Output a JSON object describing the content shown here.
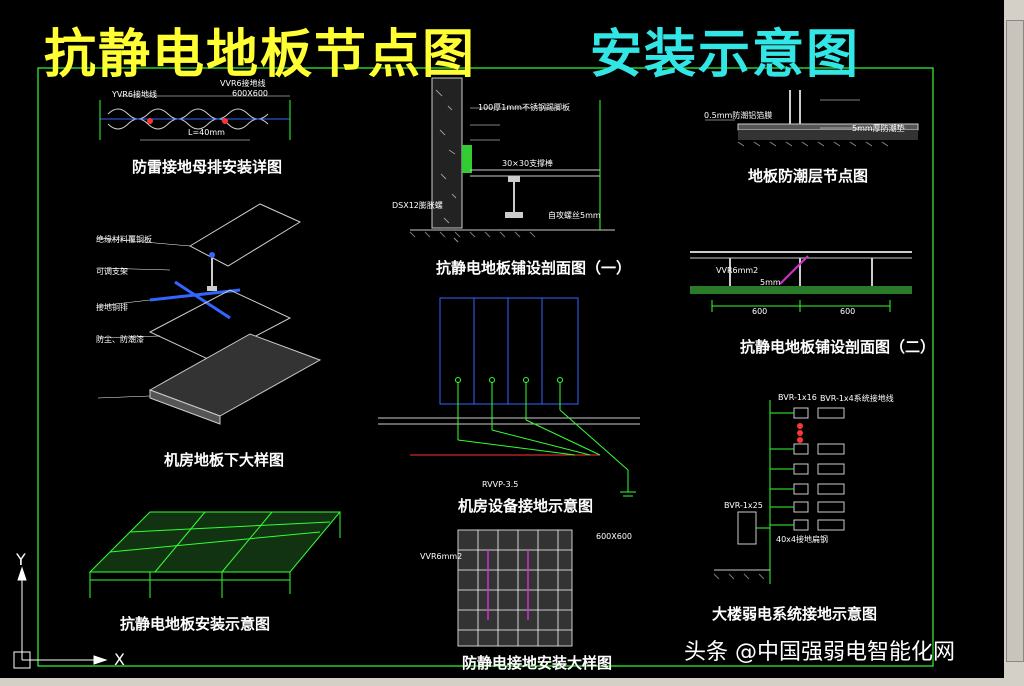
{
  "title": {
    "part1": "抗静电地板节点图",
    "part2": "安装示意图"
  },
  "captions": {
    "busbar": "防雷接地母排安装详图",
    "section1": "抗静电地板铺设剖面图（一）",
    "moisture": "地板防潮层节点图",
    "section2": "抗静电地板铺设剖面图（二）",
    "under_floor": "机房地板下大样图",
    "equipment_ground": "机房设备接地示意图",
    "floor_install": "抗静电地板安装示意图",
    "antistatic_ground": "防静电接地安装大样图",
    "building_ground": "大楼弱电系统接地示意图"
  },
  "labels": {
    "vvr": "VVR6接地线",
    "spec600": "600X600",
    "vvr_ground": "YVR6接地线",
    "len": "L=40mm",
    "dim100": "100厚1mm不锈钢踢脚板",
    "dim30": "30×30支撑棒",
    "dsx": "DSX12膨胀螺",
    "bolt": "自攻螺丝5mm",
    "mm05": "0.5mm防潮铝箔膜",
    "mm5": "5mm厚防潮垫",
    "vvr6mm2": "VVR6mm2",
    "mm5b": "5mm",
    "dim600a": "600",
    "dim600b": "600",
    "bvr16": "BVR-1x16",
    "bvr25": "BVR-1x25",
    "bvr_note": "BVR-1x4系统接地线",
    "rvvp": "RVVP-3.5",
    "spec600b": "600X600",
    "vvr6b": "VVR6mm2",
    "dim40": "40x4接地扁钢",
    "hdr_a": "绝缘材料覆铜板",
    "hdr_b": "可调支架",
    "hdr_c": "接地铜排",
    "hdr_d": "防尘、防潮漆"
  },
  "axis": {
    "y": "Y",
    "x": "X"
  },
  "watermark": "头条 @中国强弱电智能化网",
  "colors": {
    "title_yellow": "#ffff33",
    "title_cyan": "#33e6e6",
    "line_green": "#33ff33",
    "line_blue": "#3366ff",
    "line_red": "#ff3333",
    "frame": "#33ff33"
  }
}
